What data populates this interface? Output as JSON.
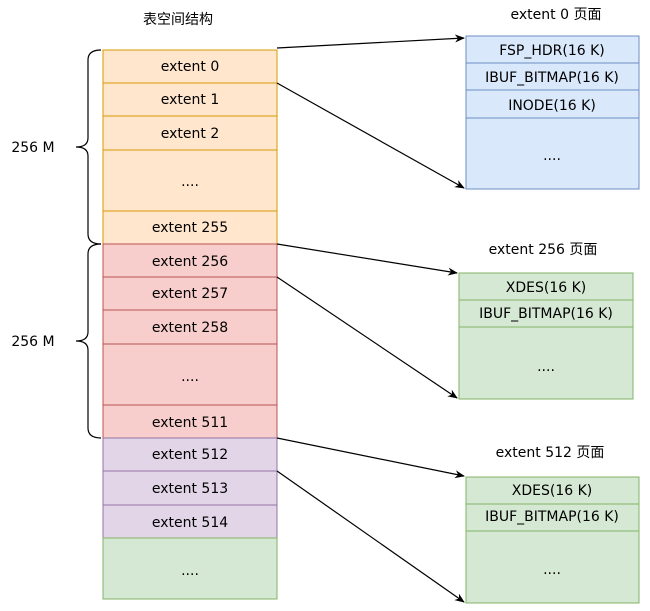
{
  "title": "表空间结构",
  "groups": [
    {
      "label": "256 M"
    },
    {
      "label": "256 M"
    }
  ],
  "segments": [
    {
      "colors": {
        "fill": "#ffe6cc",
        "stroke": "#d79b00"
      },
      "extents": [
        "extent 0",
        "extent 1",
        "extent 2",
        "....",
        "extent 255"
      ]
    },
    {
      "colors": {
        "fill": "#f8cecc",
        "stroke": "#b85450"
      },
      "extents": [
        "extent 256",
        "extent 257",
        "extent 258",
        "....",
        "extent 511"
      ]
    },
    {
      "colors": {
        "fill": "#e1d5e7",
        "stroke": "#9673a6"
      },
      "extents": [
        "extent 512",
        "extent 513",
        "extent 514"
      ]
    },
    {
      "colors": {
        "fill": "#d5e8d4",
        "stroke": "#82b366"
      },
      "extents": [
        "...."
      ]
    }
  ],
  "pages": [
    {
      "title": "extent 0 页面",
      "colors": {
        "fill": "#dae8fc",
        "stroke": "#6c8ebf"
      },
      "items": [
        "FSP_HDR(16 K)",
        "IBUF_BITMAP(16 K)",
        "INODE(16 K)",
        "...."
      ]
    },
    {
      "title": "extent 256 页面",
      "colors": {
        "fill": "#d5e8d4",
        "stroke": "#82b366"
      },
      "items": [
        "XDES(16 K)",
        "IBUF_BITMAP(16 K)",
        "...."
      ]
    },
    {
      "title": "extent 512 页面",
      "colors": {
        "fill": "#d5e8d4",
        "stroke": "#82b366"
      },
      "items": [
        "XDES(16 K)",
        "IBUF_BITMAP(16 K)",
        "...."
      ]
    }
  ]
}
